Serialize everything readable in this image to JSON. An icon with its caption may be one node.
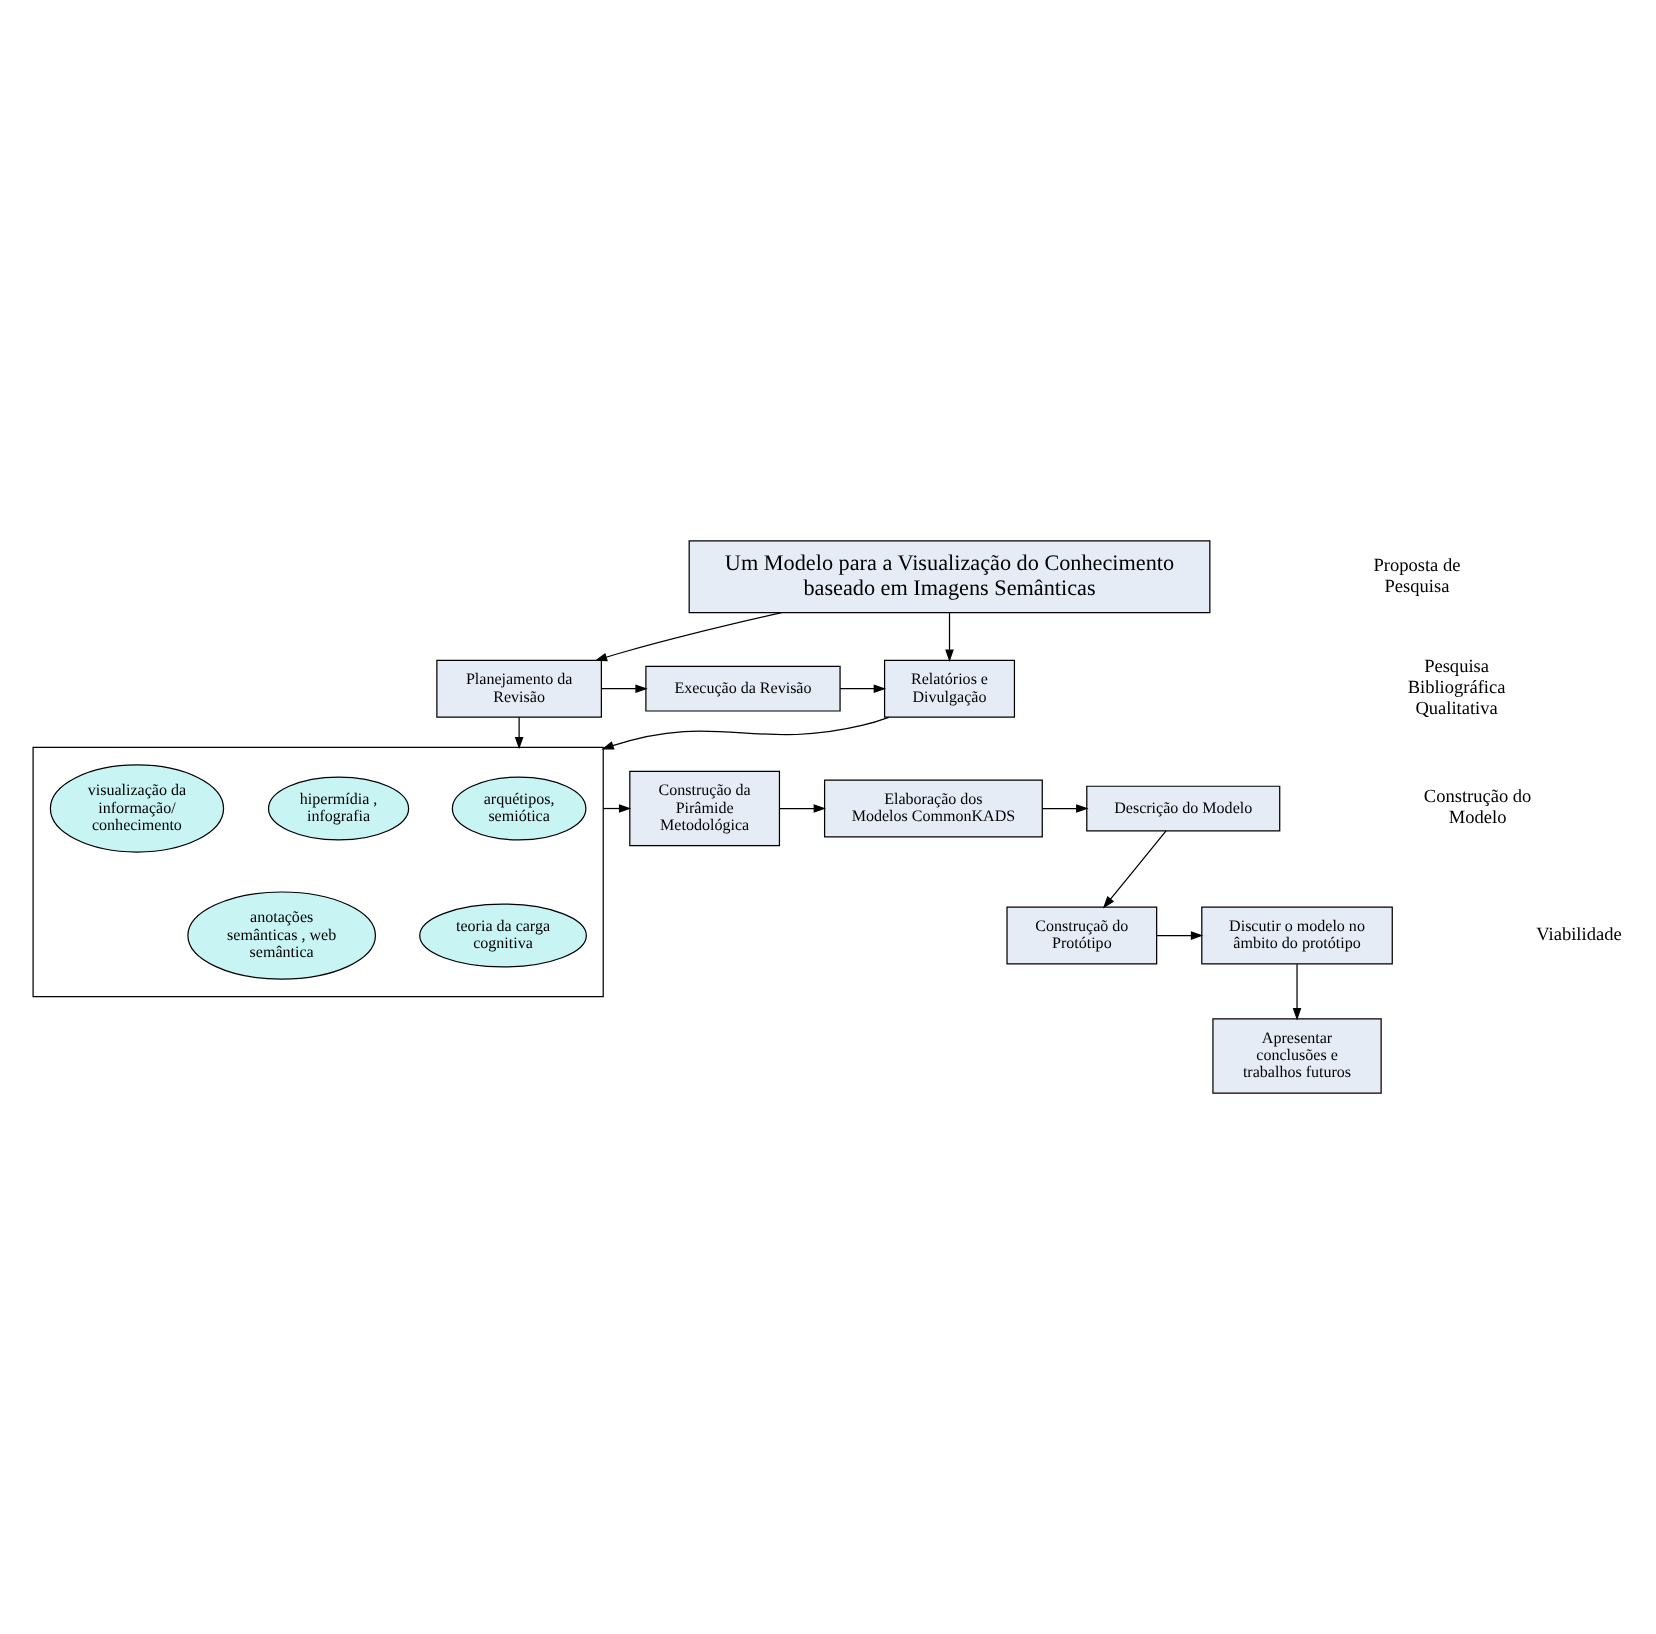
{
  "diagram": {
    "nodes": [
      {
        "text": [
          "Um Modelo para a Visualização do Conhecimento baseado em Imagens Semânticas"
        ]
      },
      {
        "text": [
          "Planejamento da Revisão"
        ]
      },
      {
        "text": [
          "Execução da Revisão"
        ]
      },
      {
        "text": [
          "Relatórios e Divulgação"
        ]
      },
      {
        "text": [],
        "shape": "box"
      },
      {
        "text": [
          "arquétipos, semiótica"
        ],
        "in": 4
      },
      {
        "text": [
          "hipermídia , infografia"
        ],
        "in": 4
      },
      {
        "text": [
          "visualização da informação/ conhecimento"
        ],
        "in": 4
      },
      {
        "text": [
          "teoria da carga cognitiva"
        ],
        "in": 4
      },
      {
        "text": [
          "anotações semânticas , web semântica"
        ],
        "in": 4
      },
      {
        "text": [
          "Construção da Pirâmide Metodológica"
        ]
      },
      {
        "text": [
          "Elaboração dos Modelos CommonKADS"
        ]
      },
      {
        "text": [
          "Descrição do Modelo"
        ]
      },
      {
        "text": [
          "Construçaõ do Protótipo"
        ]
      },
      {
        "text": [
          "Discutir o modelo no âmbito do protótipo"
        ]
      },
      {
        "text": [
          "Apresentar conclusões e trabalhos futuros"
        ]
      }
    ],
    "edges": [
      {
        "from": 0,
        "to": 1,
        "arrow": "to"
      },
      {
        "from": 0,
        "to": 3,
        "arrow": "to"
      },
      {
        "from": 1,
        "to": 2,
        "arrow": "to"
      },
      {
        "from": 2,
        "to": 3,
        "arrow": "to"
      },
      {
        "from": 1,
        "to": 4,
        "arrow": "to"
      },
      {
        "from": 3,
        "to": 4,
        "arrow": "to"
      },
      {
        "from": 4,
        "to": 10,
        "arrow": "to"
      },
      {
        "from": 10,
        "to": 11,
        "arrow": "to"
      },
      {
        "from": 11,
        "to": 12,
        "arrow": "to"
      },
      {
        "from": 12,
        "to": 13,
        "arrow": "to"
      },
      {
        "from": 13,
        "to": 14,
        "arrow": "to"
      },
      {
        "from": 14,
        "to": 15,
        "arrow": "to"
      }
    ],
    "labels": [
      "Proposta de Pesquisa",
      "Pesquisa Bibliográfica Qualitativa",
      "Construção do Modelo",
      "Viabilidade"
    ]
  }
}
